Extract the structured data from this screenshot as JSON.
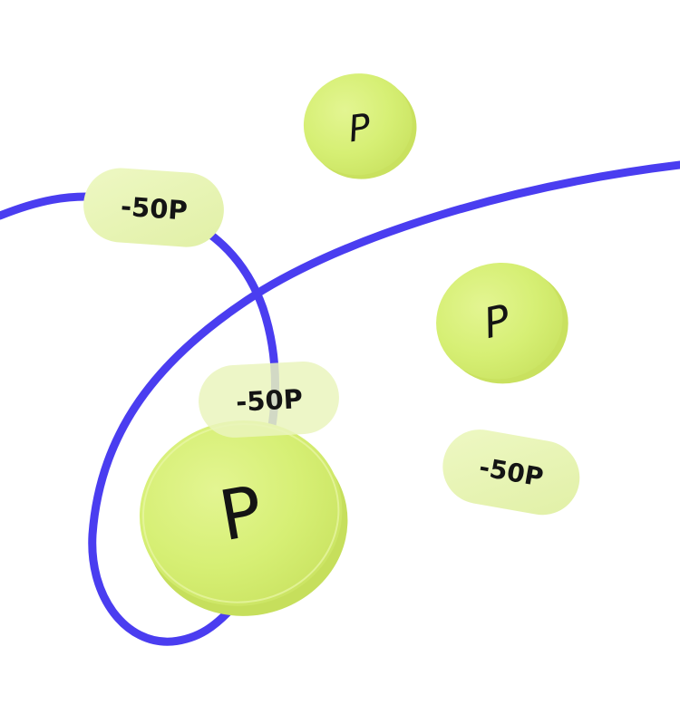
{
  "coins": [
    {
      "name": "coin-top",
      "symbol": "P"
    },
    {
      "name": "coin-middle-right",
      "symbol": "P"
    },
    {
      "name": "coin-large",
      "symbol": "P"
    }
  ],
  "badges": [
    {
      "name": "badge-top-left",
      "text": "-50P"
    },
    {
      "name": "badge-center",
      "text": "-50P"
    },
    {
      "name": "badge-bottom-right",
      "text": "-50P"
    }
  ],
  "colors": {
    "line": "#4a3df0",
    "coin": "#d6ef74",
    "coin_edge": "#c8e35d",
    "badge": "#e6f3b0",
    "text": "#141414"
  }
}
